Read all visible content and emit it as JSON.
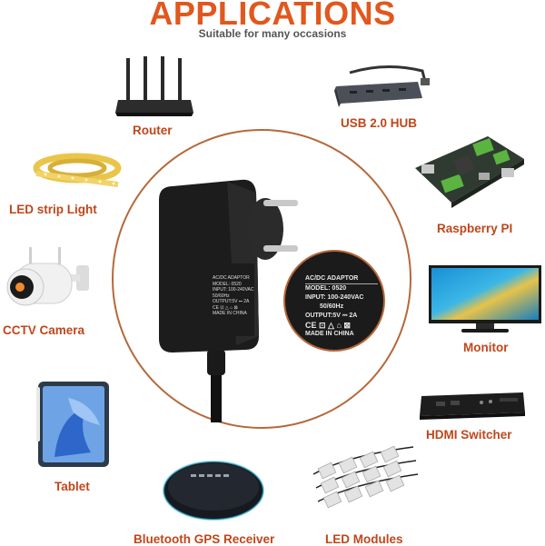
{
  "header": {
    "title": "APPLICATIONS",
    "subtitle": "Suitable for many occasions"
  },
  "items": {
    "router": "Router",
    "usb_hub": "USB 2.0 HUB",
    "led_strip": "LED strip Light",
    "raspberry_pi": "Raspberry PI",
    "cctv": "CCTV Camera",
    "monitor": "Monitor",
    "tablet": "Tablet",
    "hdmi_switcher": "HDMI Switcher",
    "gps_receiver": "Bluetooth GPS Receiver",
    "led_modules": "LED Modules"
  },
  "adapter_label": {
    "title": "AC/DC ADAPTOR",
    "model": "MODEL: 0520",
    "input": "INPUT: 100-240VAC",
    "freq": "50/60Hz",
    "output": "OUTPUT:5V ⎓ 2A",
    "symbols": "CE ⊡ △ ⌂ ⊠",
    "origin": "MADE IN CHINA"
  },
  "colors": {
    "title": "#e0581e",
    "label": "#c0461a",
    "circle": "#b5683a"
  }
}
